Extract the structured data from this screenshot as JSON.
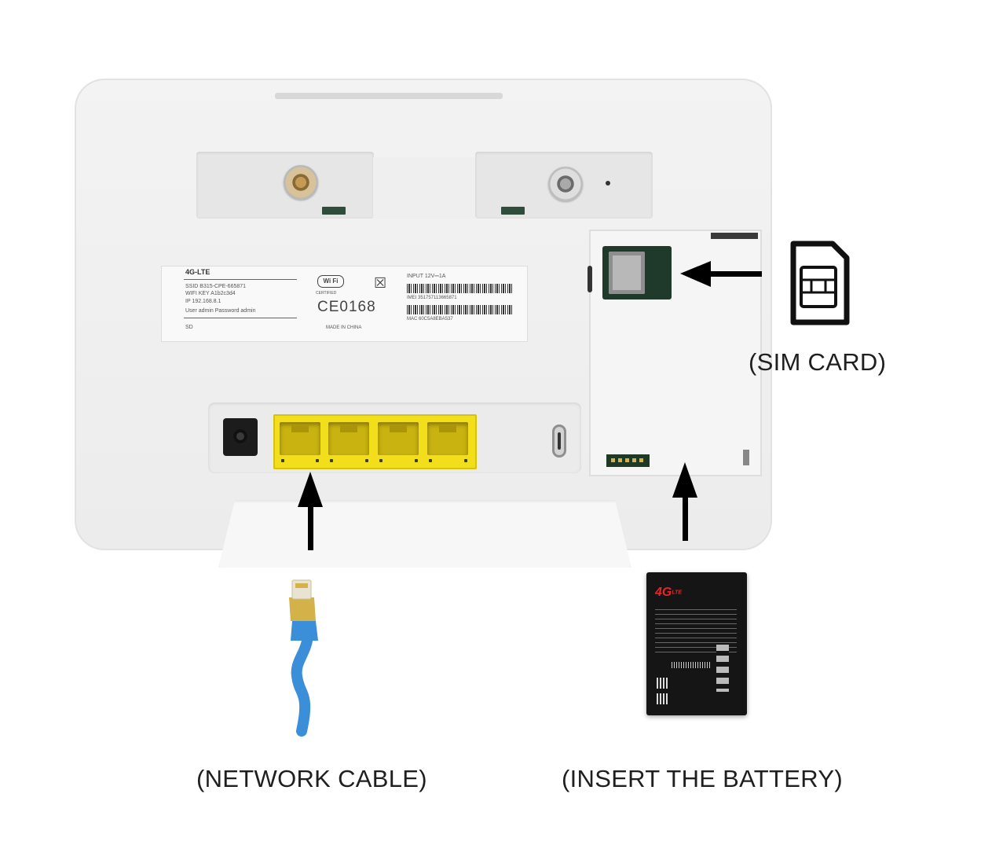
{
  "router_label": {
    "model": "4G-LTE",
    "ssid": "SSID B315-CPE-665871",
    "wifi_key": "WIFI KEY A1b2c3d4",
    "ip": "IP 192.168.8.1",
    "credentials": "User admin  Password admin",
    "sd": "SD",
    "wifi_logo": "Wi Fi",
    "certified": "CERTIFIED",
    "ce_mark": "CE0168",
    "made_in": "MADE IN CHINA",
    "input": "INPUT 12V⎓1A",
    "imei": "IMEI 351757113665871",
    "mac": "MAC 60C5A8EBA537"
  },
  "battery": {
    "brand": "4G",
    "brand_suffix": "LTE"
  },
  "captions": {
    "sim_card": "(SIM CARD)",
    "network_cable": "(NETWORK CABLE)",
    "insert_battery": "(INSERT THE BATTERY)"
  },
  "colors": {
    "lan_ports": "#f2de1a",
    "cable": "#3a8fd8",
    "connector": "#d4b24a",
    "battery_brand": "#e3262a"
  }
}
